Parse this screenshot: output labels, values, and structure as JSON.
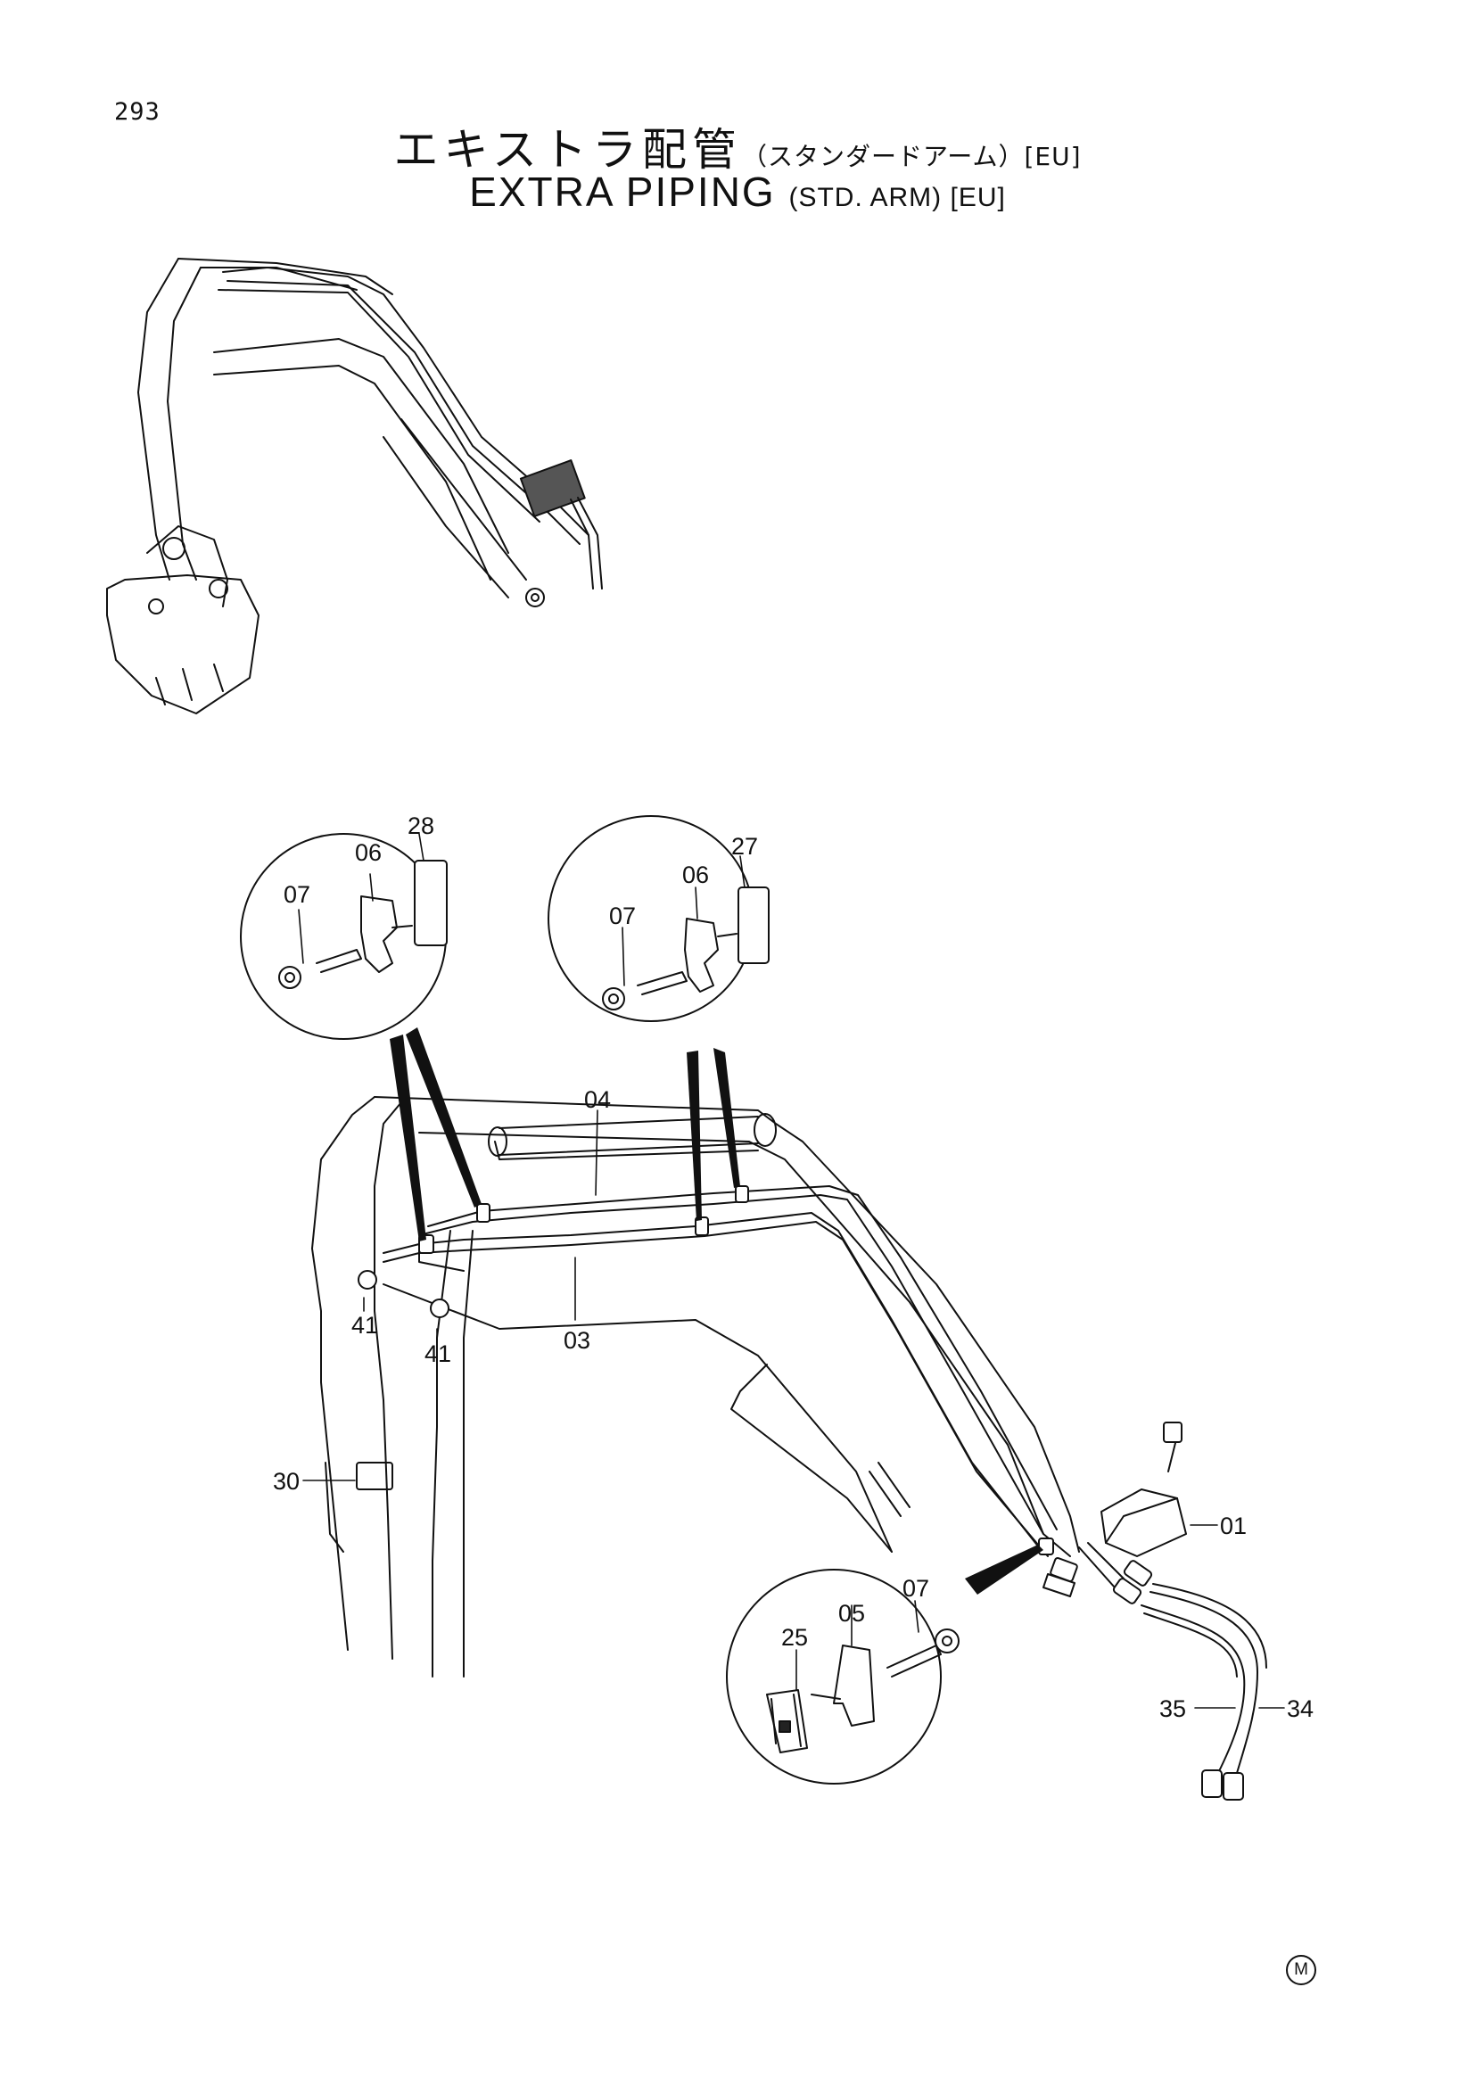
{
  "page_number": "293",
  "title_jp": {
    "main": "エキストラ配管",
    "sub": "（スタンダードアーム）[EU]"
  },
  "title_en": {
    "main": "EXTRA PIPING",
    "sub": "(STD. ARM) [EU]"
  },
  "detail_left": {
    "labels": [
      "28",
      "06",
      "07"
    ]
  },
  "detail_right": {
    "labels": [
      "27",
      "06",
      "07"
    ]
  },
  "detail_bottom": {
    "labels": [
      "07",
      "05",
      "25"
    ]
  },
  "main_labels": [
    "04",
    "03",
    "41",
    "41",
    "30",
    "01",
    "35",
    "34"
  ],
  "footer_mark": "M"
}
